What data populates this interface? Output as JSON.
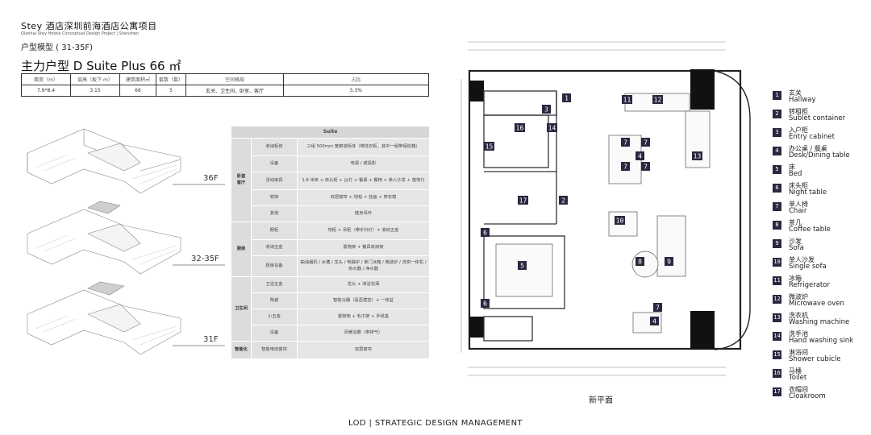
{
  "header": {
    "title": "Stey 酒店深圳前海酒店公寓项目",
    "subtitle": "Qianhai Stey Hotels Conceptual Design Project | Shenzhen",
    "model_label": "户型模型 ( 31-35F)",
    "unit_title": "主力户型 D Suite Plus 66 ㎡"
  },
  "summary_table": {
    "headers": [
      "面宽（m）",
      "层高（板下 m）",
      "建筑面积㎡",
      "套数（套）",
      "空间格局",
      "占比"
    ],
    "row": [
      "7.9*8.4",
      "3.15",
      "66",
      "5",
      "玄关、卫生间、卧室、客厅",
      "5.3%"
    ]
  },
  "floors": [
    {
      "label": "36F"
    },
    {
      "label": "32-35F"
    },
    {
      "label": "31F"
    }
  ],
  "spec_table": {
    "title": "Suite",
    "groups": [
      {
        "name": "卧室\n客厅",
        "rows": [
          {
            "item": "收纳柜体",
            "desc": "三组 500mm 宽廊道柜体（带挂衣柜，其中一组带保险箱）"
          },
          {
            "item": "设备",
            "desc": "电视 / 或投影"
          },
          {
            "item": "活动家具",
            "desc": "1.8 米床 + 床头柜 + 台灯 + 餐桌 + 餐椅 + 单人沙发 + 落地灯"
          },
          {
            "item": "软饰",
            "desc": "双层窗帘 + 地毯 + 挂画 + 穿衣镜"
          },
          {
            "item": "其他",
            "desc": "健身吊环"
          }
        ]
      },
      {
        "name": "厨房",
        "rows": [
          {
            "item": "橱柜",
            "desc": "地柜 + 吊柜（带手扫灯）+ 收纳五金"
          },
          {
            "item": "收纳五金",
            "desc": "置物架 + 餐具收纳架"
          },
          {
            "item": "厨房设备",
            "desc": "抽油烟机 / 水槽 / 龙头 / 电磁炉 / 单门冰箱 / 微波炉 / 洗烘一体机 / 热水器 / 净水器"
          }
        ]
      },
      {
        "name": "卫生间",
        "rows": [
          {
            "item": "卫浴五金",
            "desc": "龙头 + 淋浴花洒"
          },
          {
            "item": "陶瓷",
            "desc": "智能马桶（是否壁挂）+ 一体盆"
          },
          {
            "item": "小五金",
            "desc": "置物架 + 毛巾架 + 手纸盒"
          },
          {
            "item": "设备",
            "desc": "风暖浴霸（带排气）"
          }
        ]
      },
      {
        "name": "智能化",
        "rows": [
          {
            "item": "智能电动窗帘",
            "desc": "双层窗帘"
          }
        ]
      }
    ]
  },
  "plan": {
    "caption": "新平面"
  },
  "legend": [
    {
      "n": "1",
      "zh": "玄关",
      "en": "Hallway"
    },
    {
      "n": "2",
      "zh": "转租柜",
      "en": "Sublet container"
    },
    {
      "n": "3",
      "zh": "入户柜",
      "en": "Entry cabinet"
    },
    {
      "n": "4",
      "zh": "办公桌 / 餐桌",
      "en": "Desk/Dining table"
    },
    {
      "n": "5",
      "zh": "床",
      "en": "Bed"
    },
    {
      "n": "6",
      "zh": "床头柜",
      "en": "Night table"
    },
    {
      "n": "7",
      "zh": "单人椅",
      "en": "Chair"
    },
    {
      "n": "8",
      "zh": "茶几",
      "en": "Coffee table"
    },
    {
      "n": "9",
      "zh": "沙发",
      "en": "Sofa"
    },
    {
      "n": "10",
      "zh": "单人沙发",
      "en": "Single sofa"
    },
    {
      "n": "11",
      "zh": "冰箱",
      "en": "Refrigerator"
    },
    {
      "n": "12",
      "zh": "微波炉",
      "en": "Microwave oven"
    },
    {
      "n": "13",
      "zh": "洗衣机",
      "en": "Washing machine"
    },
    {
      "n": "14",
      "zh": "洗手池",
      "en": "Hand washing sink"
    },
    {
      "n": "15",
      "zh": "淋浴间",
      "en": "Shower cubicle"
    },
    {
      "n": "16",
      "zh": "马桶",
      "en": "Toilet"
    },
    {
      "n": "17",
      "zh": "衣帽间",
      "en": "Cloakroom"
    }
  ],
  "footer": "LOD | STRATEGIC DESIGN MANAGEMENT"
}
